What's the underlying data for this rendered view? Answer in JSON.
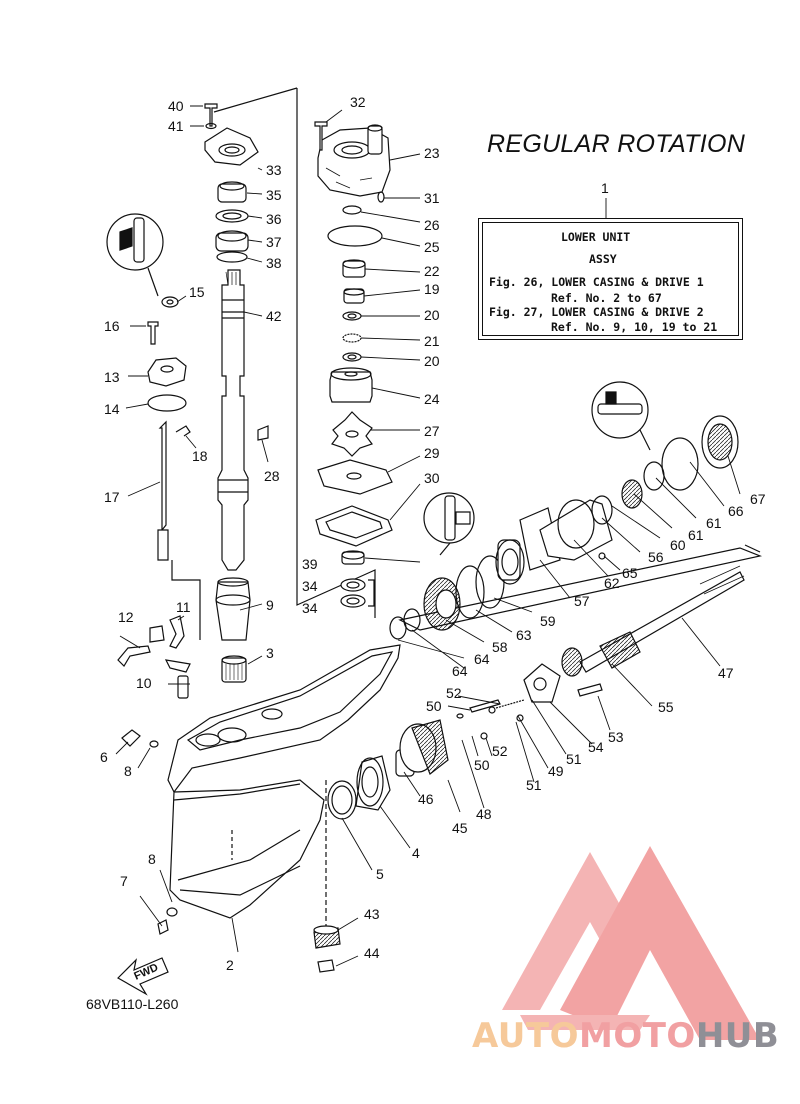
{
  "diagram": {
    "title": "REGULAR ROTATION",
    "drawing_code": "68VB110-L260",
    "ref_box": {
      "ref_number": "1",
      "lines": [
        "LOWER UNIT",
        "ASSY",
        "Fig. 26, LOWER CASING & DRIVE 1",
        "Ref. No. 2 to 67",
        "Fig. 27, LOWER CASING & DRIVE 2",
        "Ref. No. 9, 10, 19 to 21"
      ]
    },
    "fwd_label": "FWD",
    "watermark": {
      "part_a": "AUTO",
      "part_b": "MOTO",
      "part_c": "HUB"
    },
    "callouts": [
      "40",
      "41",
      "33",
      "35",
      "36",
      "37",
      "38",
      "42",
      "15",
      "16",
      "13",
      "14",
      "18",
      "17",
      "28",
      "32",
      "23",
      "31",
      "26",
      "25",
      "22",
      "19",
      "20",
      "21",
      "20",
      "24",
      "27",
      "29",
      "30",
      "39",
      "34",
      "34",
      "9",
      "3",
      "12",
      "11",
      "10",
      "6",
      "8",
      "8",
      "7",
      "2",
      "43",
      "44",
      "5",
      "4",
      "46",
      "45",
      "48",
      "50",
      "52",
      "52",
      "50",
      "51",
      "49",
      "51",
      "54",
      "53",
      "55",
      "47",
      "65",
      "62",
      "57",
      "56",
      "60",
      "61",
      "61",
      "66",
      "67",
      "59",
      "63",
      "58",
      "64",
      "64",
      "1"
    ]
  },
  "colors": {
    "line": "#111111",
    "watermark_red": "#f08a8a",
    "watermark_orange": "#f6c99a",
    "watermark_gray": "#8f8f96"
  }
}
